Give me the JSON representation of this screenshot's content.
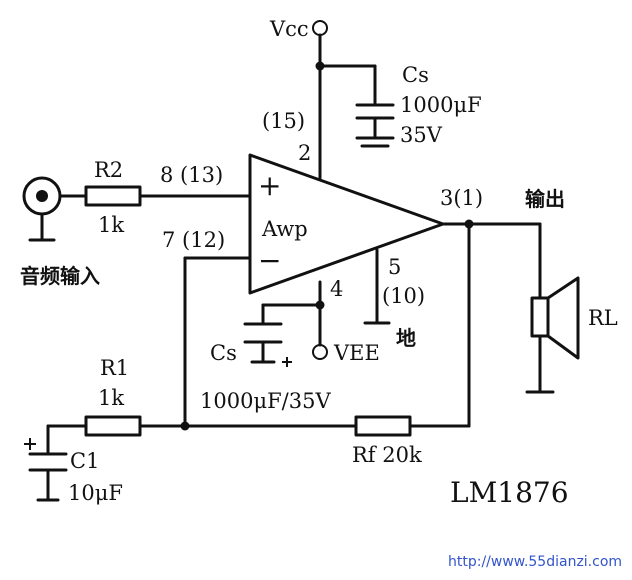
{
  "labels": {
    "vcc": "Vcc",
    "vee": "VEE",
    "amp": "Awp",
    "plus": "+",
    "minus": "−",
    "pin_vcc": "(15)",
    "pin_vcc_num": "2",
    "pin_in_plus": "8 (13)",
    "pin_in_minus": "7 (12)",
    "pin_out": "3(1)",
    "pin_vee": "4",
    "pin_gnd_num": "5",
    "pin_gnd_alt": "(10)",
    "output": "输出",
    "ground": "地",
    "audio_input": "音频输入",
    "r2_name": "R2",
    "r2_value": "1k",
    "r1_name": "R1",
    "r1_value": "1k",
    "c1_name": "C1",
    "c1_value": "10μF",
    "cs_top_name": "Cs",
    "cs_top_value": "1000μF",
    "cs_top_voltage": "35V",
    "cs_bot_name": "Cs",
    "cs_bot_value": "1000μF/35V",
    "rf_label": "Rf 20k",
    "load": "RL",
    "chip": "LM1876",
    "watermark": "http://www.55dianzi.com"
  },
  "colors": {
    "ink": "#111111",
    "background": "#ffffff",
    "watermark": "#3355cc"
  }
}
